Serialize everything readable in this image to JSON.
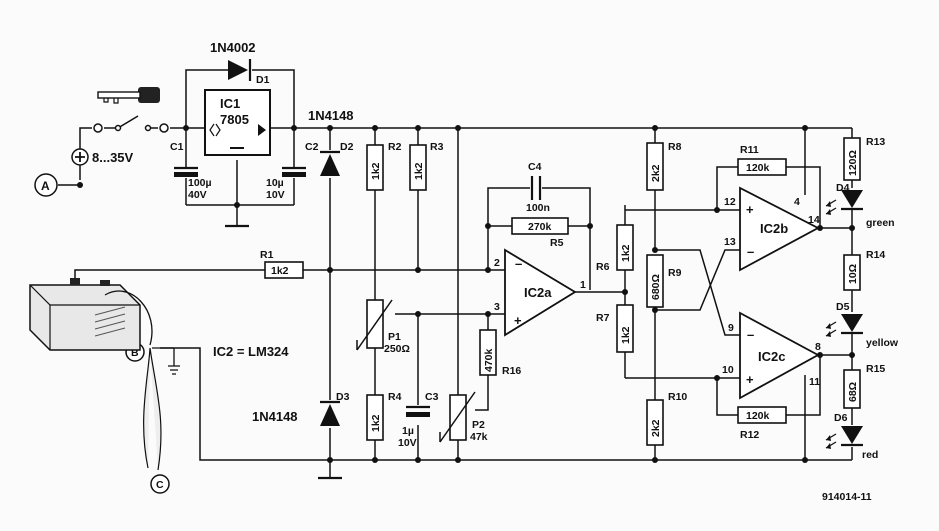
{
  "diode_d1": {
    "part": "1N4002",
    "ref": "D1"
  },
  "ic1": {
    "ref": "IC1",
    "part": "7805"
  },
  "top_diode": {
    "part": "1N4148"
  },
  "supply_label": "8...35V",
  "nodes": {
    "a": "A",
    "b": "B",
    "c": "C"
  },
  "c1": {
    "ref": "C1",
    "val1": "100µ",
    "val2": "40V"
  },
  "c2": {
    "ref": "C2",
    "val1": "10µ",
    "val2": "10V"
  },
  "d2": {
    "ref": "D2"
  },
  "d3": {
    "ref": "D3",
    "part": "1N4148"
  },
  "r1": {
    "ref": "R1",
    "val": "1k2"
  },
  "r2": {
    "ref": "R2",
    "val": "1k2"
  },
  "r3": {
    "ref": "R3",
    "val": "1k2"
  },
  "r4": {
    "ref": "R4",
    "val": "1k2"
  },
  "p1": {
    "ref": "P1",
    "val": "250Ω"
  },
  "c3": {
    "ref": "C3",
    "val1": "1µ",
    "val2": "10V"
  },
  "p2": {
    "ref": "P2",
    "val": "47k"
  },
  "r16": {
    "ref": "R16",
    "val": "470k"
  },
  "c4": {
    "ref": "C4",
    "val": "100n"
  },
  "r5": {
    "ref": "R5",
    "val": "270k"
  },
  "ic2a": {
    "ref": "IC2a",
    "pin_minus": "2",
    "pin_plus": "3",
    "pin_out": "1"
  },
  "r6": {
    "ref": "R6",
    "val": "1k2"
  },
  "r7": {
    "ref": "R7",
    "val": "1k2"
  },
  "r8": {
    "ref": "R8",
    "val": "2k2"
  },
  "r9": {
    "ref": "R9",
    "val": "680Ω"
  },
  "r10": {
    "ref": "R10",
    "val": "2k2"
  },
  "r11": {
    "ref": "R11",
    "val": "120k"
  },
  "r12": {
    "ref": "R12",
    "val": "120k"
  },
  "ic2b": {
    "ref": "IC2b",
    "pin_plus": "12",
    "pin_minus": "13",
    "pin_out": "14",
    "pin_vcc": "4"
  },
  "ic2c": {
    "ref": "IC2c",
    "pin_minus": "9",
    "pin_plus": "10",
    "pin_out": "8",
    "pin_gnd": "11"
  },
  "r13": {
    "ref": "R13",
    "val": "120Ω"
  },
  "r14": {
    "ref": "R14",
    "val": "10Ω"
  },
  "r15": {
    "ref": "R15",
    "val": "68Ω"
  },
  "d4": {
    "ref": "D4",
    "color": "green"
  },
  "d5": {
    "ref": "D5",
    "color": "yellow"
  },
  "d6": {
    "ref": "D6",
    "color": "red"
  },
  "ic2_note": "IC2 = LM324",
  "figure_code": "914014-11"
}
